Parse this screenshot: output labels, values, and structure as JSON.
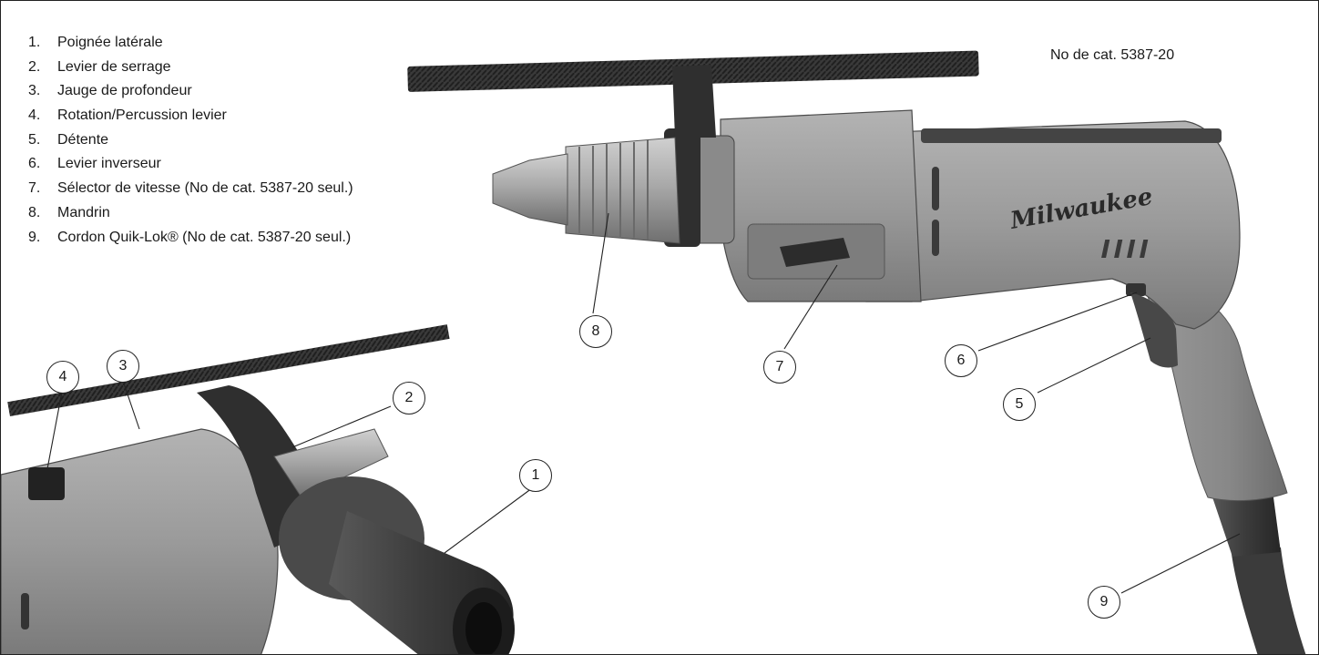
{
  "legend": [
    {
      "num": "1.",
      "label": "Poignée latérale"
    },
    {
      "num": "2.",
      "label": "Levier de serrage"
    },
    {
      "num": "3.",
      "label": "Jauge de profondeur"
    },
    {
      "num": "4.",
      "label": "Rotation/Percussion levier"
    },
    {
      "num": "5.",
      "label": "Détente"
    },
    {
      "num": "6.",
      "label": "Levier inverseur"
    },
    {
      "num": "7.",
      "label": "Sélector de vitesse  (No de cat. 5387-20 seul.)"
    },
    {
      "num": "8.",
      "label": "Mandrin"
    },
    {
      "num": "9.",
      "label": "Cordon Quik-Lok® (No de cat. 5387-20 seul.)"
    }
  ],
  "catalog_number": "No de cat. 5387-20",
  "brand_logo": "Milwaukee",
  "callouts": {
    "c1": "1",
    "c2": "2",
    "c3": "3",
    "c4": "4",
    "c5": "5",
    "c6": "6",
    "c7": "7",
    "c8": "8",
    "c9": "9"
  },
  "colors": {
    "housing": "#8f8f8f",
    "housing_dark": "#6b6b6b",
    "grip": "#3a3a3a",
    "chuck": "#a6a6a6",
    "line": "#222222"
  }
}
